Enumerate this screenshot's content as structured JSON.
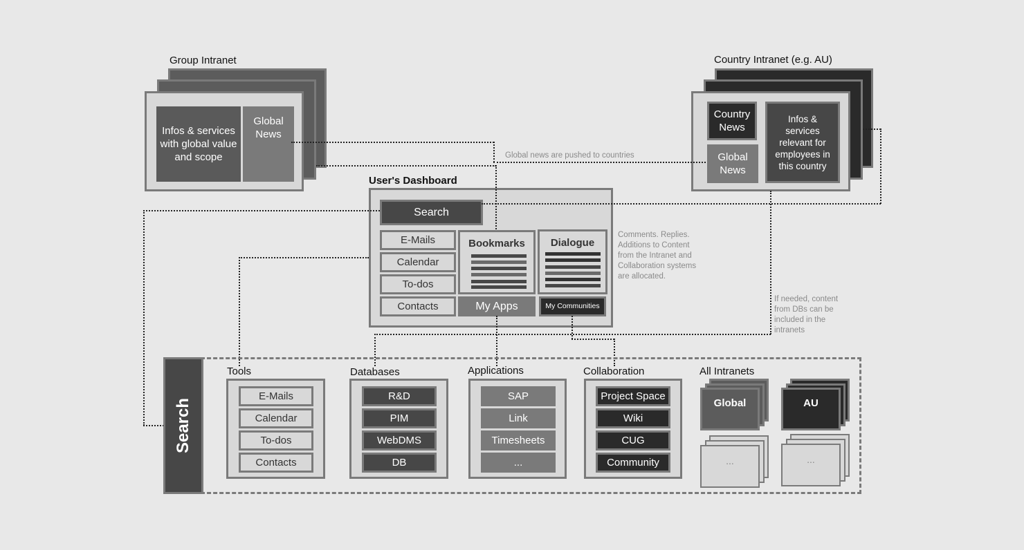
{
  "group_intranet": {
    "title": "Group Intranet",
    "infos": "Infos & services with global value and scope",
    "global_news": "Global News"
  },
  "country_intranet": {
    "title": "Country Intranet (e.g. AU)",
    "country_news": "Country News",
    "global_news": "Global News",
    "infos": "Infos & services relevant for employees in this country"
  },
  "notes": {
    "push": "Global news are pushed to countries",
    "comments": [
      "Comments. Replies.",
      "Additions to Content",
      "from the Intranet and",
      "Collaboration systems",
      "are allocated."
    ],
    "dbs": [
      "If needed, content",
      "from DBs can be",
      "included in the",
      "intranets"
    ]
  },
  "dashboard": {
    "title": "User's Dashboard",
    "search": "Search",
    "tools": [
      "E-Mails",
      "Calendar",
      "To-dos",
      "Contacts"
    ],
    "bookmarks": "Bookmarks",
    "dialogue": "Dialogue",
    "my_apps": "My Apps",
    "my_communities": "My Communities"
  },
  "bottom": {
    "search": "Search",
    "tools": {
      "title": "Tools",
      "items": [
        "E-Mails",
        "Calendar",
        "To-dos",
        "Contacts"
      ]
    },
    "databases": {
      "title": "Databases",
      "items": [
        "R&D",
        "PIM",
        "WebDMS",
        "DB"
      ]
    },
    "applications": {
      "title": "Applications",
      "items": [
        "SAP",
        "Link",
        "Timesheets",
        "..."
      ]
    },
    "collaboration": {
      "title": "Collaboration",
      "items": [
        "Project Space",
        "Wiki",
        "CUG",
        "Community"
      ]
    },
    "all_intranets": {
      "title": "All Intranets",
      "global": "Global",
      "au": "AU",
      "more": "..."
    }
  },
  "colors": {
    "background": "#e8e8e8",
    "light": "#d8d8d8",
    "mid": "#7a7a7a",
    "dark": "#474747",
    "black": "#2a2a2a"
  }
}
